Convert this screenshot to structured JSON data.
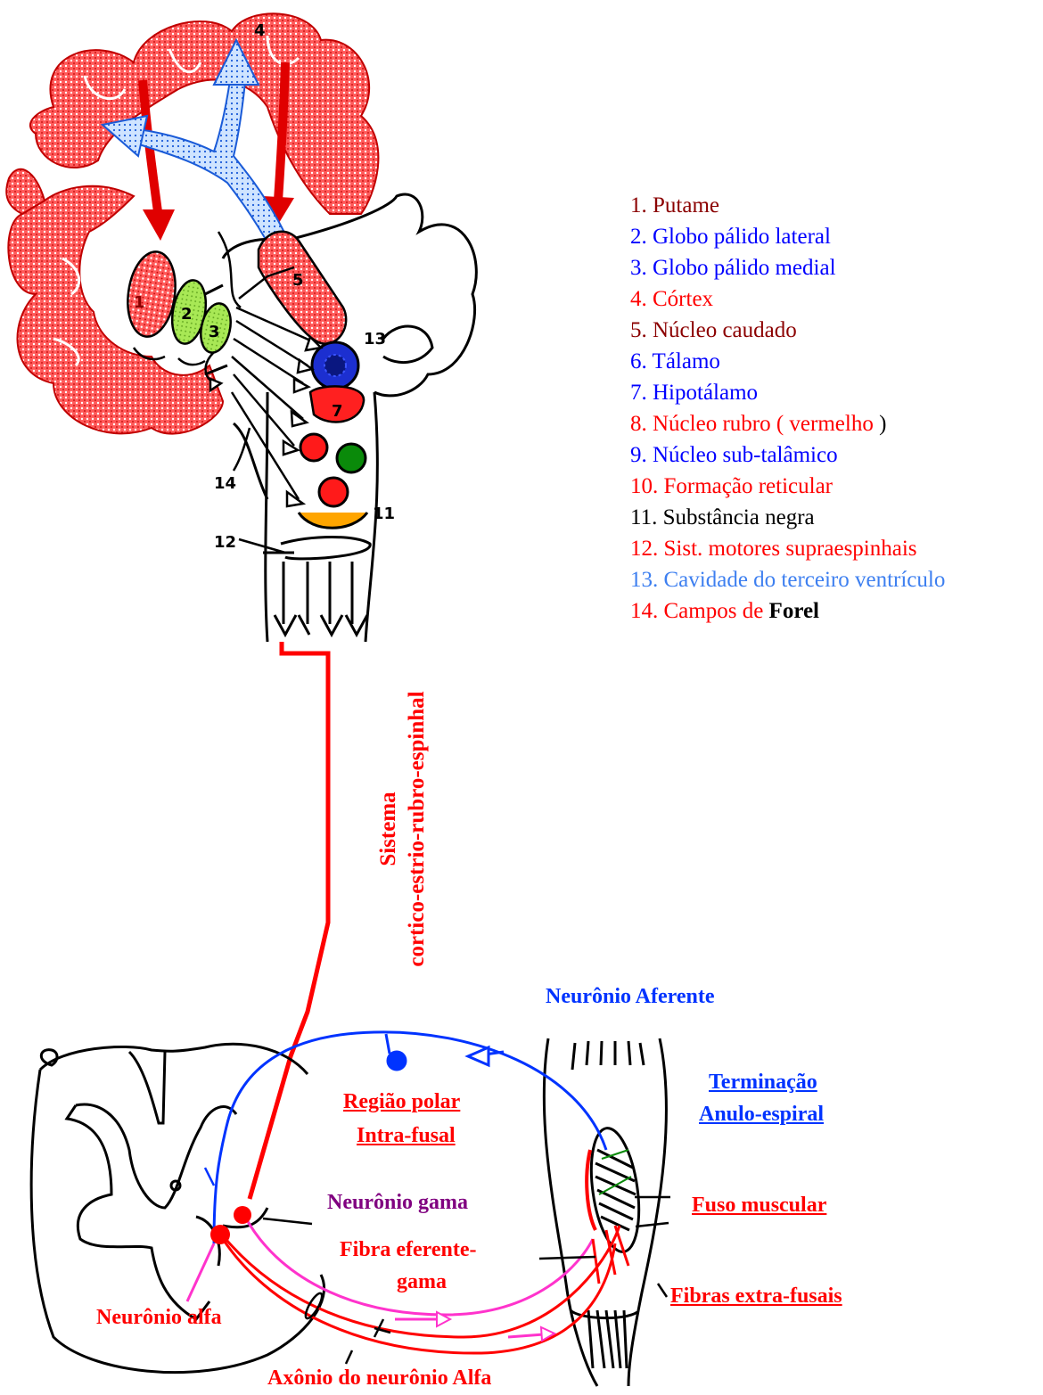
{
  "colors": {
    "red": "#ff0000",
    "dark_red": "#8b0000",
    "blue": "#0000ff",
    "light_blue": "#3d7ff0",
    "purple": "#800080",
    "black": "#000000",
    "magenta": "#ff33cc",
    "lime": "#99e04a",
    "green": "#0a8a0a"
  },
  "legend": [
    {
      "text": "1. Putame",
      "color": "#8b0000"
    },
    {
      "text": "2. Globo pálido lateral",
      "color": "#0000ff"
    },
    {
      "text": "3. Globo pálido medial",
      "color": "#0000ff"
    },
    {
      "text": "4. Córtex",
      "color": "#ff0000"
    },
    {
      "text": "5. Núcleo caudado",
      "color": "#8b0000"
    },
    {
      "text": "6. Tálamo",
      "color": "#0000ff"
    },
    {
      "text": "7. Hipotálamo",
      "color": "#0000ff"
    },
    {
      "text": "8. Núcleo rubro ( vermelho",
      "color": "#ff0000",
      "suffix": " )"
    },
    {
      "text": "9. Núcleo sub-talâmico",
      "color": "#0000ff"
    },
    {
      "text": "10. Formação reticular",
      "color": "#ff0000"
    },
    {
      "text": "11. Substância negra",
      "color": "#000000"
    },
    {
      "text": "12. Sist. motores supraespinhais",
      "color": "#ff0000"
    },
    {
      "text": "13. Cavidade do terceiro ventrículo",
      "color": "#3d7ff0"
    },
    {
      "text": "14. Campos de",
      "color": "#ff0000",
      "bold_suffix": "Forel"
    }
  ],
  "brain_numbers": [
    "1",
    "2",
    "3",
    "4",
    "5",
    "7",
    "11",
    "12",
    "13",
    "14"
  ],
  "vertical_label": {
    "line1": "Sistema",
    "line2": "cortico-estrio-rubro-espinhal"
  },
  "labels": {
    "afferent": "Neurônio Aferente",
    "terminacao_1": "Terminação",
    "terminacao_2": "Anulo-espiral",
    "regiao_1": "Região polar",
    "regiao_2": "Intra-fusal",
    "gama_neuron": "Neurônio gama",
    "fuso": "Fuso muscular",
    "fibra_1": "Fibra eferente-",
    "fibra_2": "gama",
    "extra": "Fibras extra-fusais",
    "alfa": "Neurônio alfa",
    "axon": "Axônio do neurônio Alfa"
  }
}
